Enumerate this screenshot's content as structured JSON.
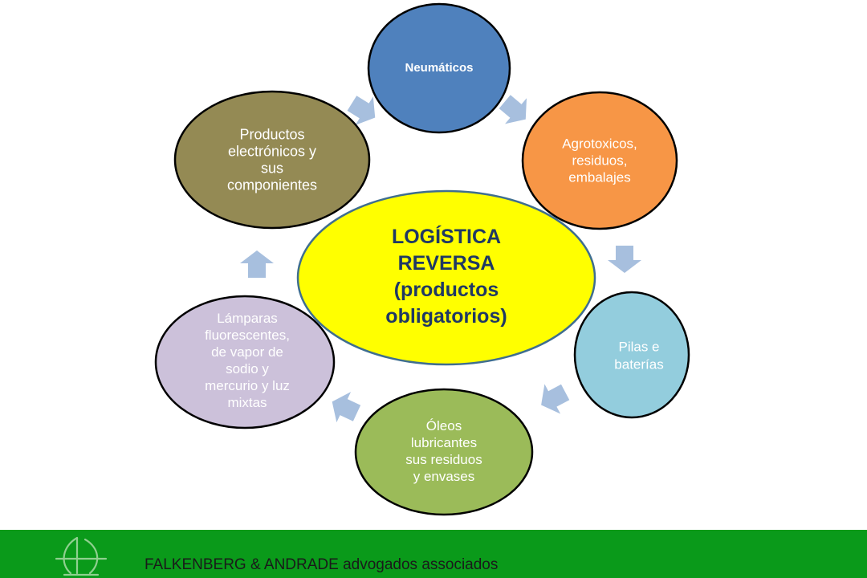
{
  "diagram": {
    "center": {
      "lines": [
        "LOGÍSTICA",
        "REVERSA",
        "(productos",
        "obligatorios)"
      ],
      "color": "#ffff00"
    },
    "nodes": [
      {
        "id": "neumaticos",
        "lines": [
          "Neumáticos"
        ],
        "color": "#4f81bd",
        "text_color": "#ffffff"
      },
      {
        "id": "agrotoxicos",
        "lines": [
          "Agrotoxicos,",
          "residuos,",
          "embalajes"
        ],
        "color": "#f79646",
        "text_color": "#ffffff"
      },
      {
        "id": "pilas",
        "lines": [
          "Pilas e",
          "baterías"
        ],
        "color": "#93cddd",
        "text_color": "#ffffff"
      },
      {
        "id": "oleos",
        "lines": [
          "Óleos",
          "lubricantes",
          "sus residuos",
          "y envases"
        ],
        "color": "#9bbb59",
        "text_color": "#ffffff"
      },
      {
        "id": "lamparas",
        "lines": [
          "Lámparas",
          "fluorescentes,",
          "de vapor de",
          "sodio y",
          "mercurio y luz",
          "mixtas"
        ],
        "color": "#ccc1da",
        "text_color": "#ffffff"
      },
      {
        "id": "electronicos",
        "lines": [
          "Productos",
          "electrónicos y",
          "sus",
          "componientes"
        ],
        "color": "#948a54",
        "text_color": "#ffffff"
      }
    ],
    "arrow_color": "#a7bfde"
  },
  "footer": {
    "text": "FALKENBERG & ANDRADE advogados associados",
    "background": "#0a9a1a"
  }
}
